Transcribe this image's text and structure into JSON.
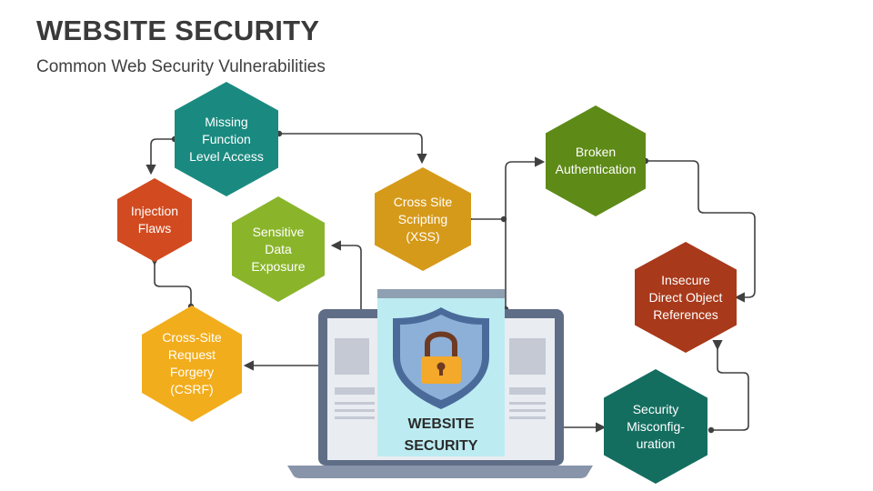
{
  "header": {
    "title": "WEBSITE SECURITY",
    "subtitle": "Common Web Security Vulnerabilities"
  },
  "center": {
    "label": "WEBSITE\nSECURITY",
    "icons": [
      "laptop-icon",
      "shield-icon",
      "padlock-icon"
    ]
  },
  "nodes": [
    {
      "id": "missing-function",
      "label": "Missing\nFunction\nLevel Access",
      "color": "#1a8a80"
    },
    {
      "id": "injection-flaws",
      "label": "Injection\nFlaws",
      "color": "#d24a1f"
    },
    {
      "id": "sensitive-data",
      "label": "Sensitive\nData\nExposure",
      "color": "#8ab52b"
    },
    {
      "id": "cross-site-scripting",
      "label": "Cross Site\nScripting\n(XSS)",
      "color": "#d69a1a"
    },
    {
      "id": "csrf",
      "label": "Cross-Site\nRequest\nForgery\n(CSRF)",
      "color": "#f2ad1c"
    },
    {
      "id": "broken-auth",
      "label": "Broken\nAuthentication",
      "color": "#5e8a17"
    },
    {
      "id": "insecure-direct",
      "label": "Insecure\nDirect Object\nReferences",
      "color": "#a8391a"
    },
    {
      "id": "security-misconfig",
      "label": "Security\nMisconfig-\nuration",
      "color": "#146e60"
    }
  ]
}
